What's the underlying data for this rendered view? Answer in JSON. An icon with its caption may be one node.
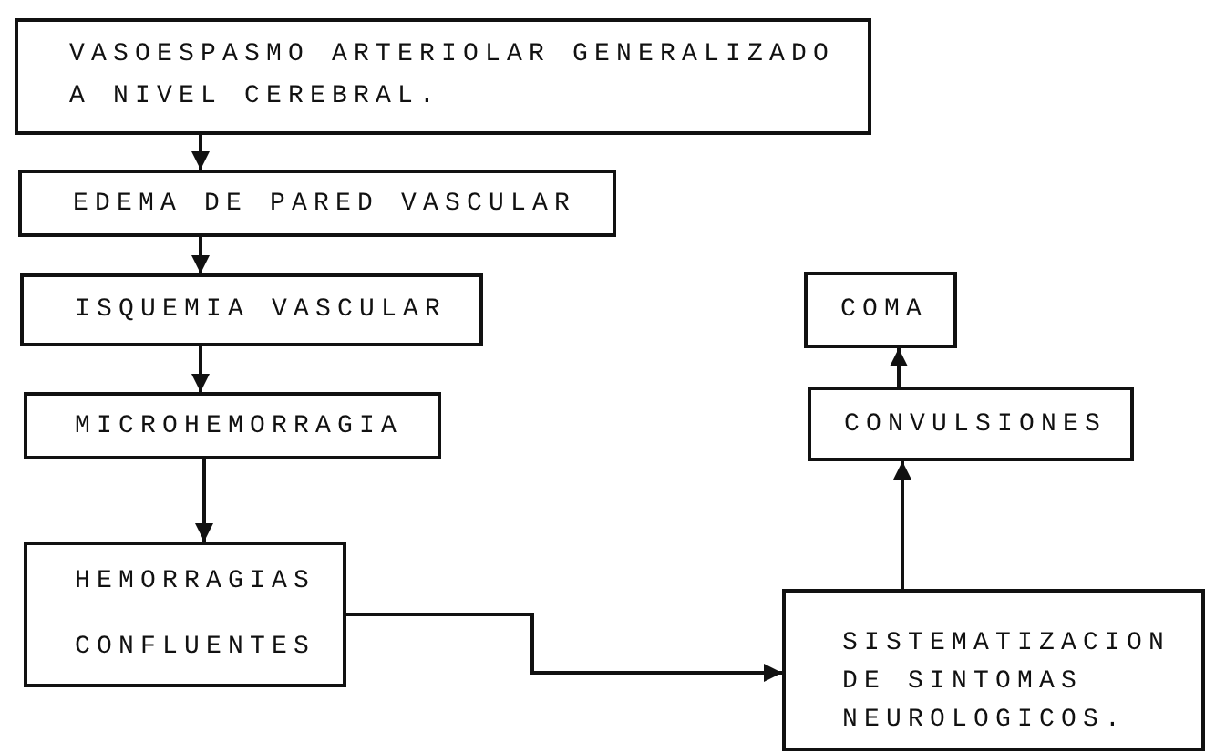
{
  "diagram": {
    "nodes": [
      {
        "text": [
          "VASOESPASMO ARTERIOLAR GENERALIZADO A NIVEL CEREBRAL."
        ]
      },
      {
        "text": [
          "EDEMA DE PARED VASCULAR"
        ]
      },
      {
        "text": [
          "ISQUEMIA VASCULAR"
        ]
      },
      {
        "text": [
          "MICROHEMORRAGIA"
        ]
      },
      {
        "text": [
          "HEMORRAGIAS CONFLUENTES"
        ]
      },
      {
        "text": [
          "COMA"
        ]
      },
      {
        "text": [
          "CONVULSIONES"
        ]
      },
      {
        "text": [
          "SISTEMATIZACION DE SINTOMAS NEUROLOGICOS."
        ]
      }
    ],
    "edges": [
      {
        "from": 0,
        "to": 1,
        "arrow": "to"
      },
      {
        "from": 1,
        "to": 2,
        "arrow": "to"
      },
      {
        "from": 2,
        "to": 3,
        "arrow": "to"
      },
      {
        "from": 3,
        "to": 4,
        "arrow": "to"
      },
      {
        "from": 4,
        "to": 7,
        "arrow": "to"
      },
      {
        "from": 7,
        "to": 6,
        "arrow": "to"
      },
      {
        "from": 6,
        "to": 5,
        "arrow": "to"
      }
    ]
  }
}
